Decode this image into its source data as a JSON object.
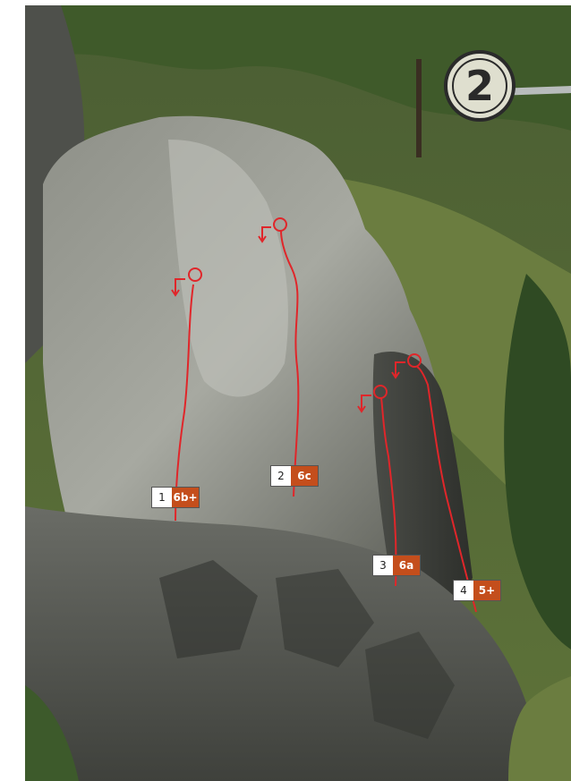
{
  "sector": {
    "number": "2"
  },
  "routes": [
    {
      "number": "1",
      "grade": "6b+"
    },
    {
      "number": "2",
      "grade": "6c"
    },
    {
      "number": "3",
      "grade": "6a"
    },
    {
      "number": "4",
      "grade": "5+"
    }
  ],
  "colors": {
    "route_line": "#e0262a",
    "grade_badge": "#c44e1c",
    "badge_fill": "#dfdfcf",
    "badge_stroke": "#2a2a2a"
  }
}
